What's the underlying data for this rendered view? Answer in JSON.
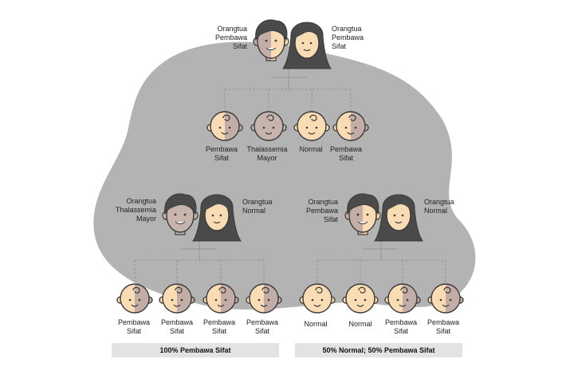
{
  "colors": {
    "blob": "#b3b3b3",
    "skin_normal": "#f9dcb3",
    "skin_carrier_dark": "#c2aea6",
    "skin_mayor": "#c7b4ad",
    "hair": "#4a4a4a",
    "outline": "#3a3a3a",
    "line": "#8c8c8c",
    "banner": "#e3e3e3"
  },
  "top": {
    "father_label": "Orangtua\nPembawa\nSifat",
    "mother_label": "Orangtua\nPembawa\nSifat",
    "children": [
      {
        "label": "Pembawa\nSifat",
        "status": "carrier"
      },
      {
        "label": "Thalassemia\nMayor",
        "status": "mayor"
      },
      {
        "label": "Normal",
        "status": "normal"
      },
      {
        "label": "Pembawa\nSifat",
        "status": "carrier"
      }
    ]
  },
  "left": {
    "father_label": "Orangtua\nThalassemia\nMayor",
    "mother_label": "Orangtua\nNormal",
    "children": [
      {
        "label": "Pembawa\nSifat",
        "status": "carrier"
      },
      {
        "label": "Pembawa\nSifat",
        "status": "carrier"
      },
      {
        "label": "Pembawa\nSifat",
        "status": "carrier"
      },
      {
        "label": "Pembawa\nSifat",
        "status": "carrier"
      }
    ],
    "result": "100% Pembawa Sifat"
  },
  "right": {
    "father_label": "Orangtua\nPembawa\nSifat",
    "mother_label": "Orangtua\nNormal",
    "children": [
      {
        "label": "Normal",
        "status": "normal"
      },
      {
        "label": "Normal",
        "status": "normal"
      },
      {
        "label": "Pembawa\nSifat",
        "status": "carrier"
      },
      {
        "label": "Pembawa\nSifat",
        "status": "carrier"
      }
    ],
    "result": "50% Normal; 50% Pembawa Sifat"
  }
}
